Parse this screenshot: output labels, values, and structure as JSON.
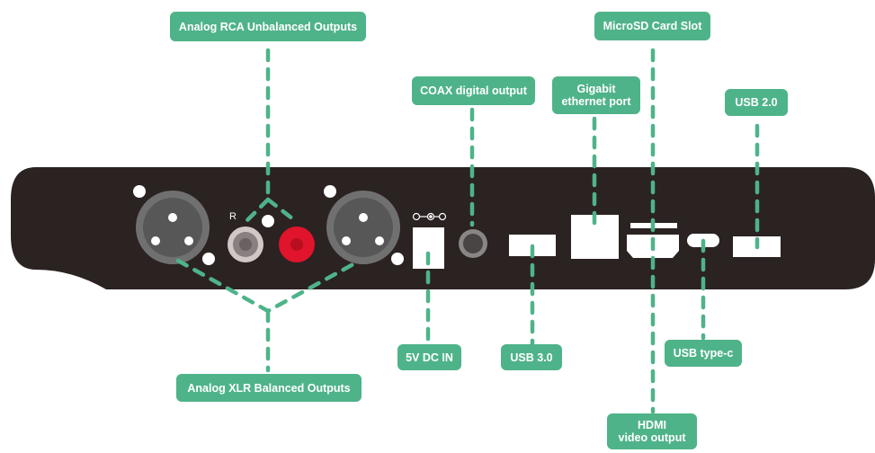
{
  "panel": {
    "channel_letter": "R"
  },
  "callouts": {
    "rca": "Analog RCA Unbalanced Outputs",
    "xlr": "Analog XLR Balanced Outputs",
    "coax": "COAX digital output",
    "dc": "5V DC IN",
    "gigabit": "Gigabit\nethernet port",
    "usb3": "USB 3.0",
    "microsd": "MicroSD Card Slot",
    "hdmi": "HDMI\nvideo output",
    "usb2": "USB 2.0",
    "usbc": "USB type-c"
  },
  "colors": {
    "accent": "#4fb389",
    "chassis": "#2b2222",
    "rca_red": "#e0142a"
  }
}
